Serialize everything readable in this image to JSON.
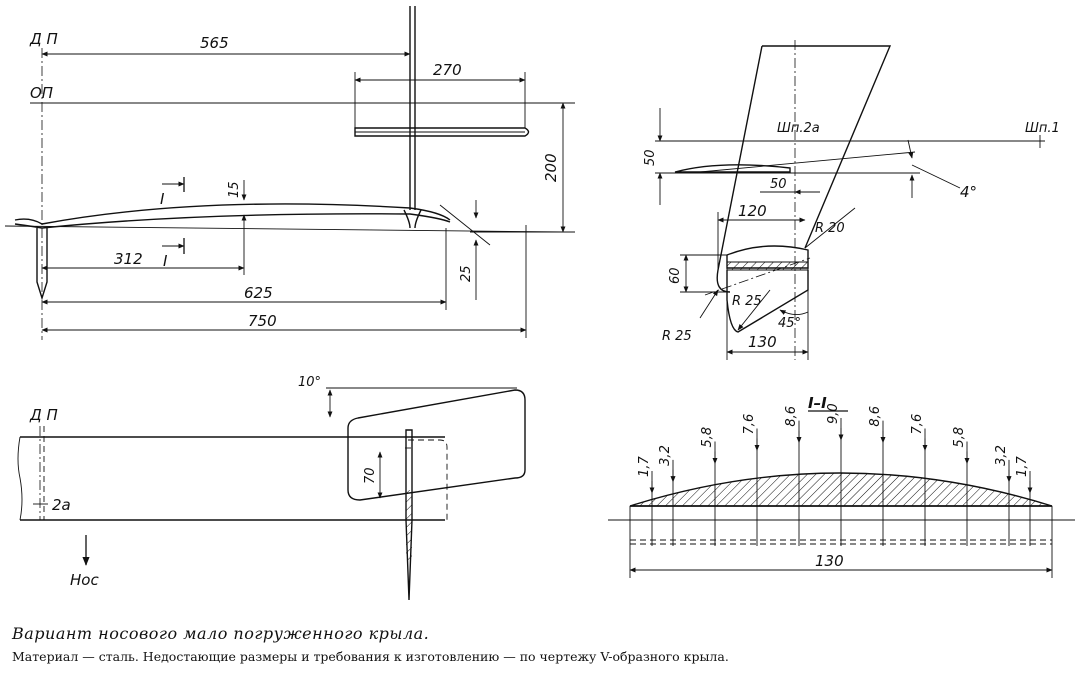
{
  "views": {
    "side": {
      "labels": {
        "dp": "Д П",
        "op": "ОП",
        "section_top": "I",
        "section_bottom": "I"
      },
      "dims": {
        "d565": "565",
        "d270": "270",
        "d200": "200",
        "d15": "15",
        "d25": "25",
        "d312": "312",
        "d625": "625",
        "d750": "750"
      }
    },
    "detail": {
      "labels": {
        "shp2a": "Шп.2а",
        "shp1": "Шп.1",
        "angle4": "4°",
        "r20": "R 20",
        "r25_inner": "R 25",
        "r25_outer": "R 25",
        "angle45": "45°"
      },
      "dims": {
        "d50_v": "50",
        "d50_h": "50",
        "d120": "120",
        "d60": "60",
        "d130": "130"
      }
    },
    "plan": {
      "labels": {
        "angle10": "10°",
        "d70": "70",
        "d_p": "Д П",
        "two_a": "2а",
        "nose": "Нос"
      }
    },
    "section": {
      "title": "I–I",
      "ordinates": [
        "1,7",
        "3,2",
        "5,8",
        "7,6",
        "8,6",
        "9,0",
        "8,6",
        "7,6",
        "5,8",
        "3,2",
        "1,7"
      ],
      "chord": "130"
    }
  },
  "caption": {
    "title": "Вариант носового мало погруженного крыла.",
    "note": "Материал — сталь. Недостающие размеры и требования к изготовлению — по чертежу V-образного крыла."
  }
}
